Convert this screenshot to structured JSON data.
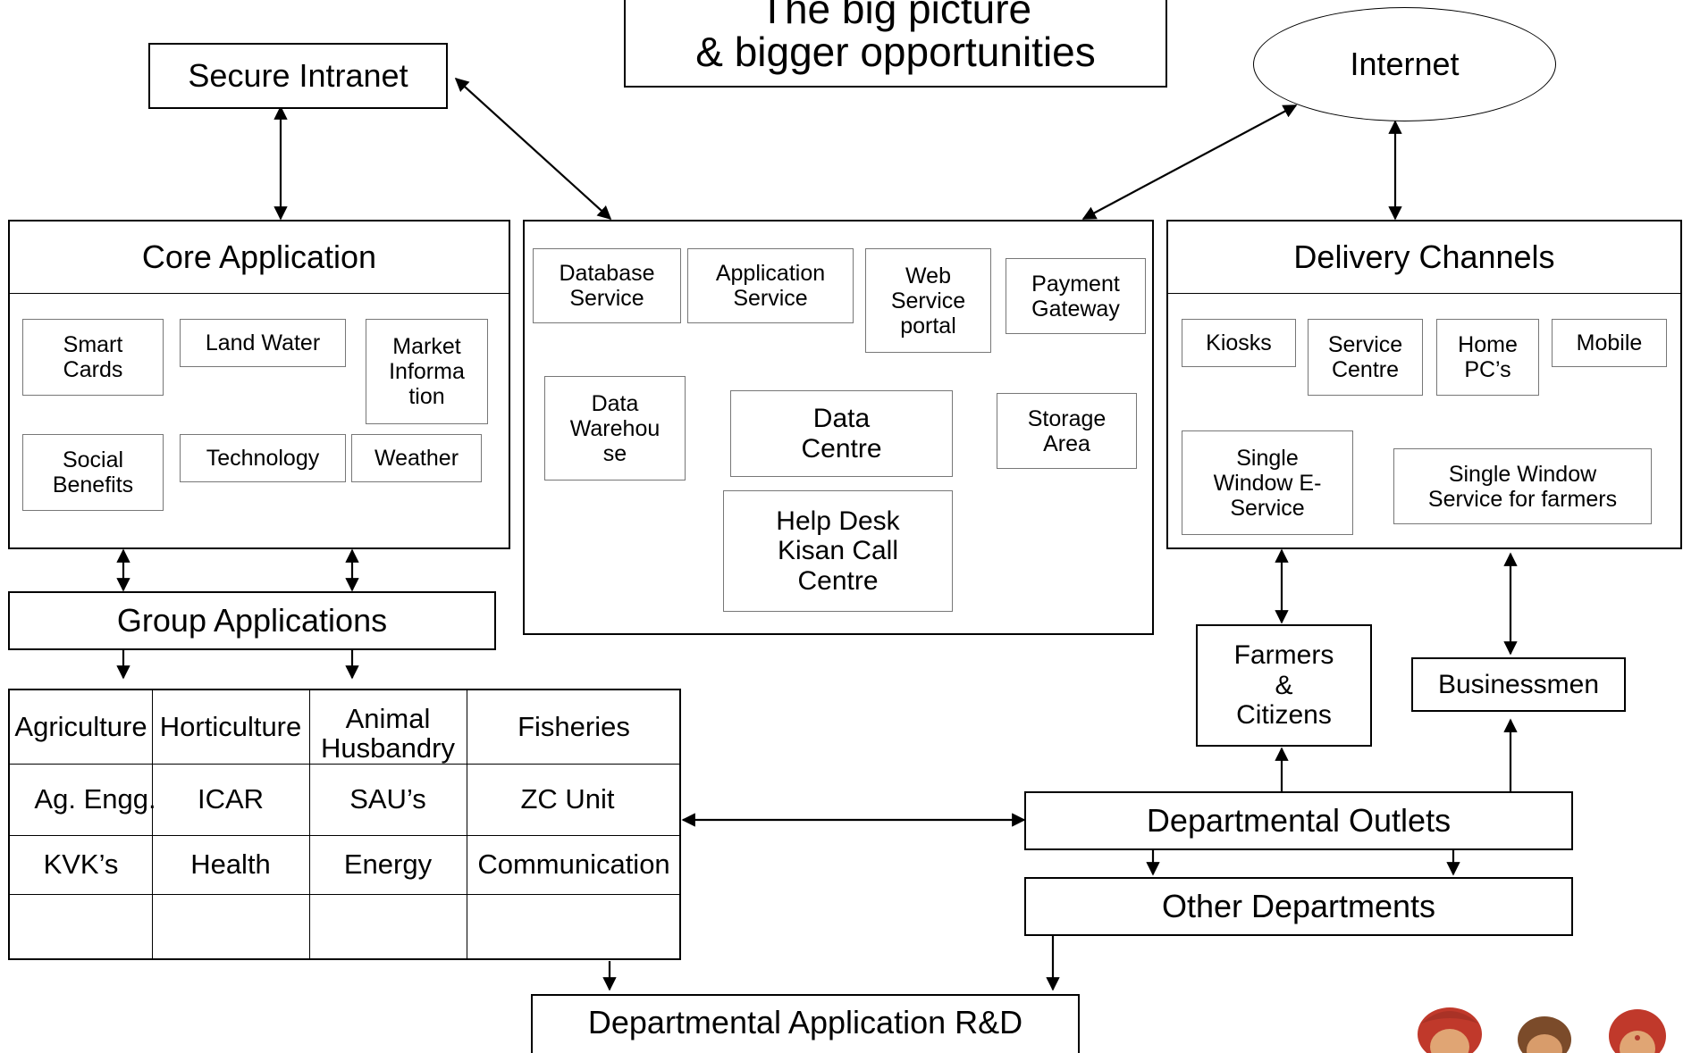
{
  "header": {
    "title": "The big picture\n& bigger opportunities"
  },
  "secure_intranet": {
    "label": "Secure Intranet"
  },
  "internet": {
    "label": "Internet"
  },
  "core_application": {
    "title": "Core Application",
    "items": {
      "smart_cards": "Smart\nCards",
      "land_water": "Land Water",
      "market_information": "Market\nInforma\ntion",
      "social_benefits": "Social\nBenefits",
      "technology": "Technology",
      "weather": "Weather"
    }
  },
  "data_centre_block": {
    "database_service": "Database\nService",
    "application_service": "Application\nService",
    "web_service_portal": "Web\nService\nportal",
    "payment_gateway": "Payment\nGateway",
    "data_warehouse": "Data\nWarehou\nse",
    "data_centre": "Data\nCentre",
    "storage_area": "Storage\nArea",
    "help_desk": "Help Desk\nKisan Call\nCentre"
  },
  "delivery_channels": {
    "title": "Delivery Channels",
    "items": {
      "kiosks": "Kiosks",
      "service_centre": "Service\nCentre",
      "home_pcs": "Home\nPC’s",
      "mobile": "Mobile",
      "single_window_eservice": "Single\nWindow E-\nService",
      "single_window_farmers": "Single Window\nService for farmers"
    }
  },
  "group_applications": {
    "label": "Group Applications"
  },
  "application_grid": {
    "rows": [
      [
        "Agriculture",
        "Horticulture",
        "Animal\nHusbandry",
        "Fisheries"
      ],
      [
        "Ag. Engg.",
        "ICAR",
        "SAU’s",
        "ZC Unit"
      ],
      [
        "KVK’s",
        "Health",
        "Energy",
        "Communication"
      ],
      [
        "",
        "",
        "",
        ""
      ]
    ]
  },
  "farmers_citizens": {
    "label": "Farmers\n&\nCitizens"
  },
  "businessmen": {
    "label": "Businessmen"
  },
  "departmental_outlets": {
    "label": "Departmental Outlets"
  },
  "other_departments": {
    "label": "Other Departments"
  },
  "departmental_rd": {
    "label": "Departmental Application R&D"
  },
  "colors": {
    "line": "#000000",
    "background": "#ffffff",
    "inner_border": "#777777"
  }
}
